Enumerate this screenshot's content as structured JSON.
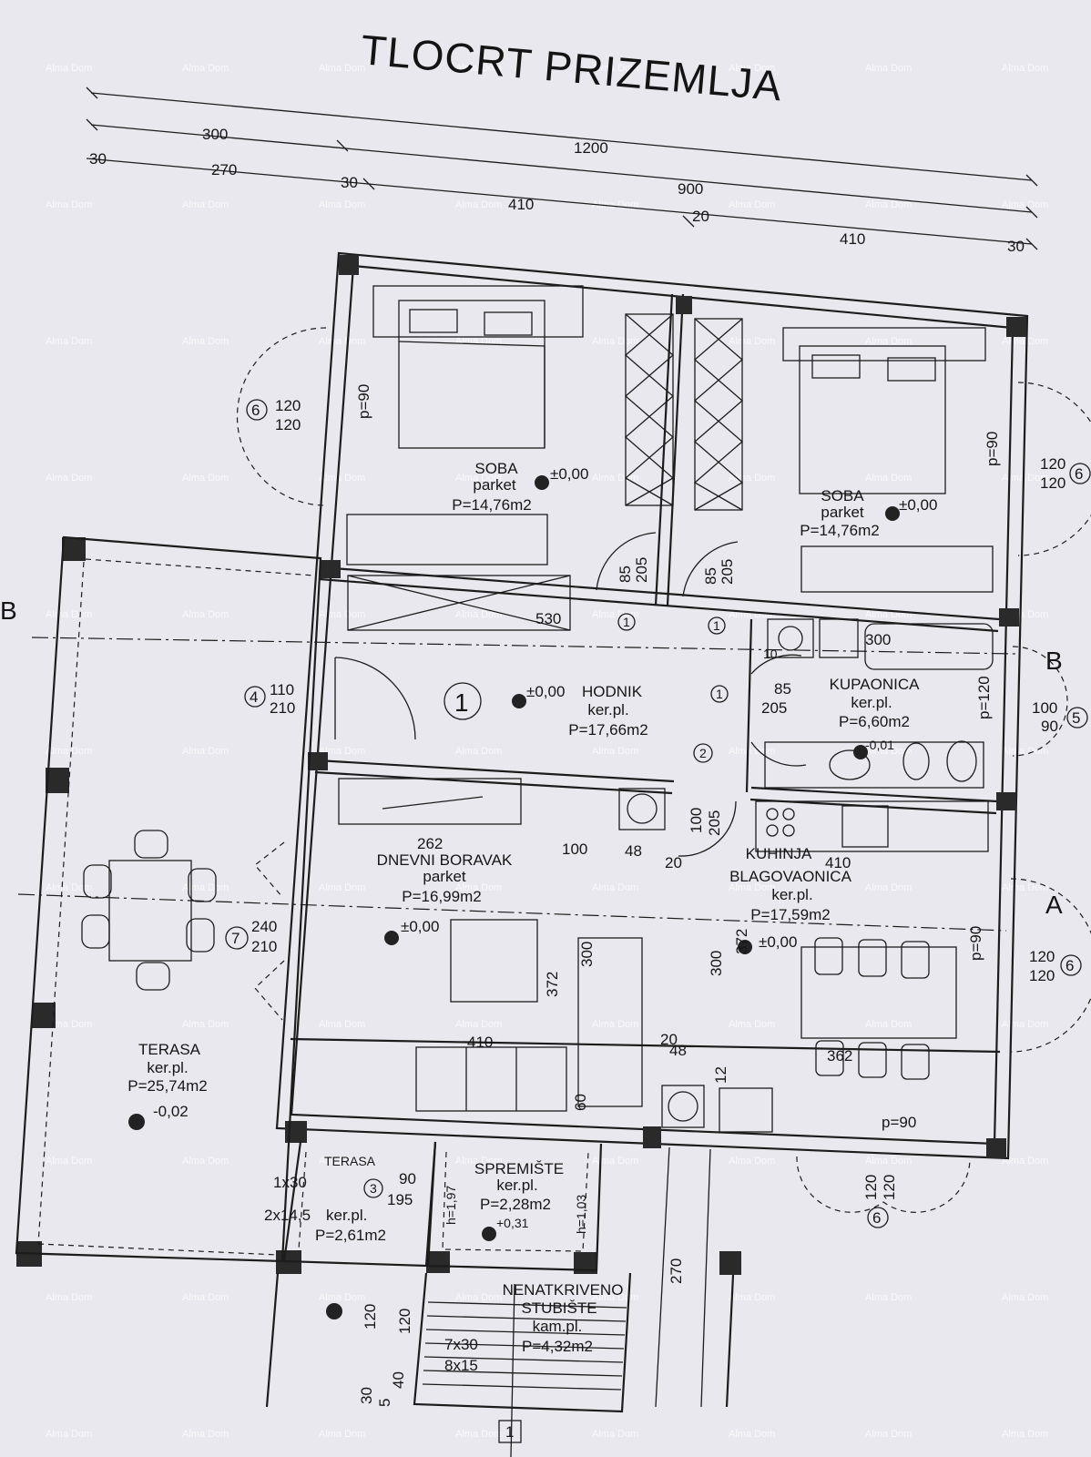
{
  "title": "TLOCRT PRIZEMLJA",
  "watermark": "Alma Dom",
  "dimensions": {
    "top_total": "1200",
    "row2": [
      "300",
      "900"
    ],
    "row3": [
      "30",
      "270",
      "30",
      "410",
      "20",
      "410",
      "30"
    ]
  },
  "rooms": [
    {
      "name": "SOBA",
      "floor": "parket",
      "area": "P=14,76m2",
      "level": "±0,00"
    },
    {
      "name": "SOBA",
      "floor": "parket",
      "area": "P=14,76m2",
      "level": "±0,00"
    },
    {
      "name": "HODNIK",
      "floor": "ker.pl.",
      "area": "P=17,66m2",
      "level": "±0,00"
    },
    {
      "name": "KUPAONICA",
      "floor": "ker.pl.",
      "area": "P=6,60m2",
      "level": "-0,01"
    },
    {
      "name": "DNEVNI BORAVAK",
      "floor": "parket",
      "area": "P=16,99m2",
      "level": "±0,00"
    },
    {
      "name": "KUHINJA",
      "name2": "BLAGOVAONICA",
      "floor": "ker.pl.",
      "area": "P=17,59m2",
      "level": "±0,00"
    },
    {
      "name": "TERASA",
      "floor": "ker.pl.",
      "area": "P=25,74m2",
      "level": "-0,02"
    },
    {
      "name": "TERASA",
      "floor": "ker.pl.",
      "area": "P=2,61m2"
    },
    {
      "name": "SPREMIŠTE",
      "floor": "ker.pl.",
      "area": "P=2,28m2",
      "level": "+0,31"
    },
    {
      "name": "NENATKRIVENO",
      "name2": "STUBIŠTE",
      "floor": "kam.pl.",
      "area": "P=4,32m2"
    }
  ],
  "section_marks": {
    "b": "B",
    "a": "A"
  },
  "openings": {
    "win_left_top": {
      "tag": "6",
      "w": "120",
      "h": "120",
      "p": "p=90"
    },
    "win_right_top": {
      "tag": "6",
      "w": "120",
      "h": "120",
      "p": "p=90"
    },
    "door_left": {
      "tag": "4",
      "w": "110",
      "h": "210"
    },
    "door_living": {
      "tag": "7",
      "w": "240",
      "h": "210"
    },
    "win_bath": {
      "tag": "5",
      "w": "100",
      "h": "90",
      "p": "p=120"
    },
    "win_kitchen": {
      "tag": "6",
      "w": "120",
      "h": "120",
      "p": "p=90"
    },
    "win_bottom": {
      "tag": "6",
      "w": "120",
      "h": "120",
      "p": "p=90"
    }
  },
  "labels": {
    "d85": "85",
    "d205": "205",
    "d530": "530",
    "d300": "300",
    "d10": "10",
    "d262": "262",
    "d100": "100",
    "d48": "48",
    "d20": "20",
    "d410": "410",
    "d372": "372",
    "d362": "362",
    "d60": "60",
    "d12": "12",
    "d270": "270",
    "d1x30": "1x30",
    "d2x145": "2x14,5",
    "d90": "90",
    "d195": "195",
    "h197": "h=1,97",
    "h103": "h=1,03",
    "d7x30": "7x30",
    "d8x15": "8x15",
    "d120": "120",
    "d30": "30",
    "d5": "5",
    "d40": "40",
    "circle1": "1",
    "circle2": "2",
    "circle3": "3"
  }
}
